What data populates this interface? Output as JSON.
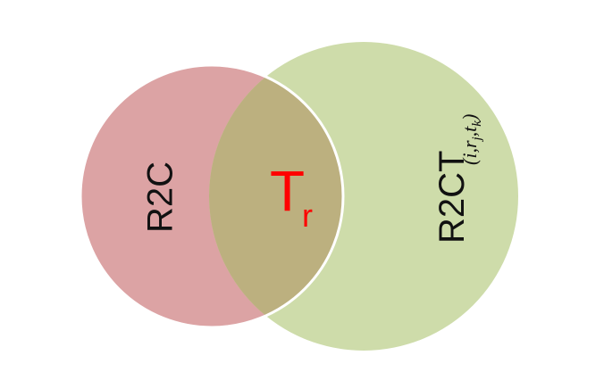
{
  "diagram": {
    "left_set": {
      "label": "R2C",
      "color": "#dca3a4"
    },
    "right_set": {
      "label_main": "R2CT",
      "label_sub": "(i,r",
      "label_sub_j": "j",
      "label_sub_rest": ",t",
      "label_sub_k": "k",
      "label_sub_close": ")",
      "color": "#cedcaa"
    },
    "intersection": {
      "label_main": "T",
      "label_sub": "r",
      "color": "#bcb07f",
      "text_color": "#ff0000"
    },
    "outline_color": "#ffffff"
  }
}
